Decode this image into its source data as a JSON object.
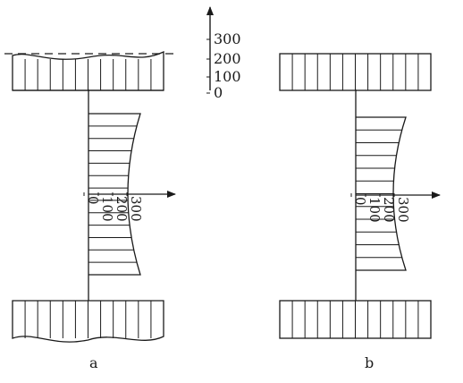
{
  "figure": {
    "captions": [
      "a",
      "b"
    ],
    "vertical_scale": {
      "ticks": [
        "300",
        "200",
        "100",
        "0"
      ]
    },
    "horizontal_scale": {
      "ticks": [
        "0",
        "100",
        "200",
        "300"
      ]
    }
  },
  "colors": {
    "stroke": "#1a1a1a",
    "background": "#ffffff"
  }
}
